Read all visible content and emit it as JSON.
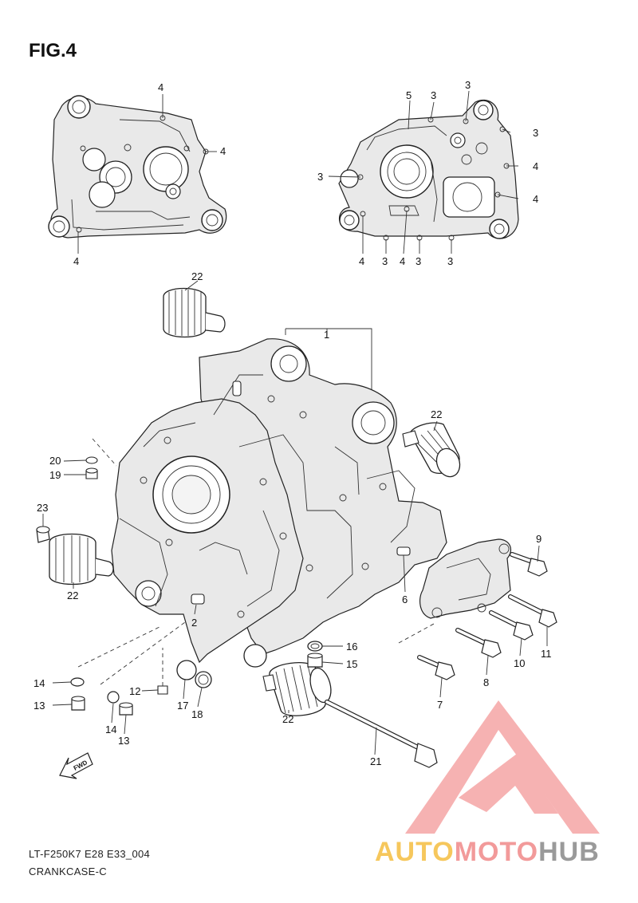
{
  "figure": {
    "title": "FIG.4",
    "model_code": "LT-F250K7 E28 E33_004",
    "group_name": "CRANKCASE-C"
  },
  "watermark": {
    "parts": [
      "AUTO",
      "MOTO",
      "HUB"
    ],
    "colors": [
      "#f6c75c",
      "#f29a9a",
      "#9a9a9a"
    ],
    "triangle_color": "#f07575"
  },
  "fwd_arrow": {
    "label": "FWD"
  },
  "callouts": {
    "top_left": [
      "4",
      "4",
      "4"
    ],
    "top_right": [
      "5",
      "3",
      "3",
      "3",
      "3",
      "4",
      "4",
      "4",
      "3",
      "4",
      "3",
      "3"
    ],
    "main": [
      "22",
      "1",
      "22",
      "20",
      "19",
      "23",
      "22",
      "2",
      "6",
      "9",
      "11",
      "10",
      "8",
      "7",
      "16",
      "15",
      "14",
      "13",
      "12",
      "17",
      "18",
      "14",
      "13",
      "22",
      "21"
    ]
  }
}
